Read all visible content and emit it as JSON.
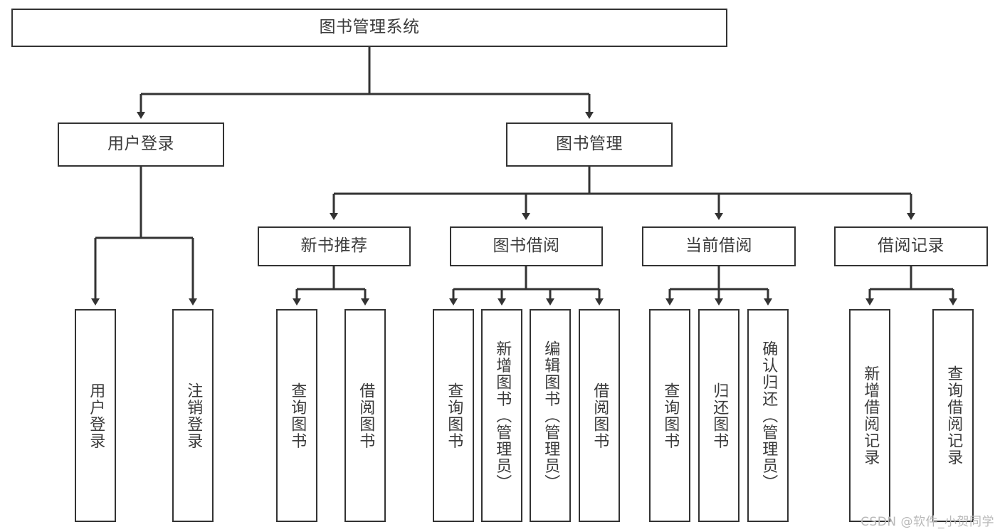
{
  "diagram": {
    "title": "图书管理系统",
    "type": "hierarchy-tree",
    "watermark": "CSDN @软件_小贺同学",
    "colors": {
      "box_border": "#333333",
      "box_fill": "#ffffff",
      "text": "#3b3b3b",
      "connector": "#333333",
      "watermark": "#b9b9b9",
      "background": "#ffffff"
    },
    "root": {
      "label": "图书管理系统"
    },
    "level2": [
      {
        "label": "用户登录"
      },
      {
        "label": "图书管理"
      }
    ],
    "level3": [
      {
        "label": "新书推荐"
      },
      {
        "label": "图书借阅"
      },
      {
        "label": "当前借阅"
      },
      {
        "label": "借阅记录"
      }
    ],
    "leaves": {
      "user_login": [
        {
          "label": "用户登录"
        },
        {
          "label": "注销登录"
        }
      ],
      "new_book_recommend": [
        {
          "label": "查询图书"
        },
        {
          "label": "借阅图书"
        }
      ],
      "book_borrow": [
        {
          "label": "查询图书"
        },
        {
          "label": "新增图书（管理员）"
        },
        {
          "label": "编辑图书（管理员）"
        },
        {
          "label": "借阅图书"
        }
      ],
      "current_borrow": [
        {
          "label": "查询图书"
        },
        {
          "label": "归还图书"
        },
        {
          "label": "确认归还（管理员）"
        }
      ],
      "borrow_record": [
        {
          "label": "新增借阅记录"
        },
        {
          "label": "查询借阅记录"
        }
      ]
    }
  }
}
